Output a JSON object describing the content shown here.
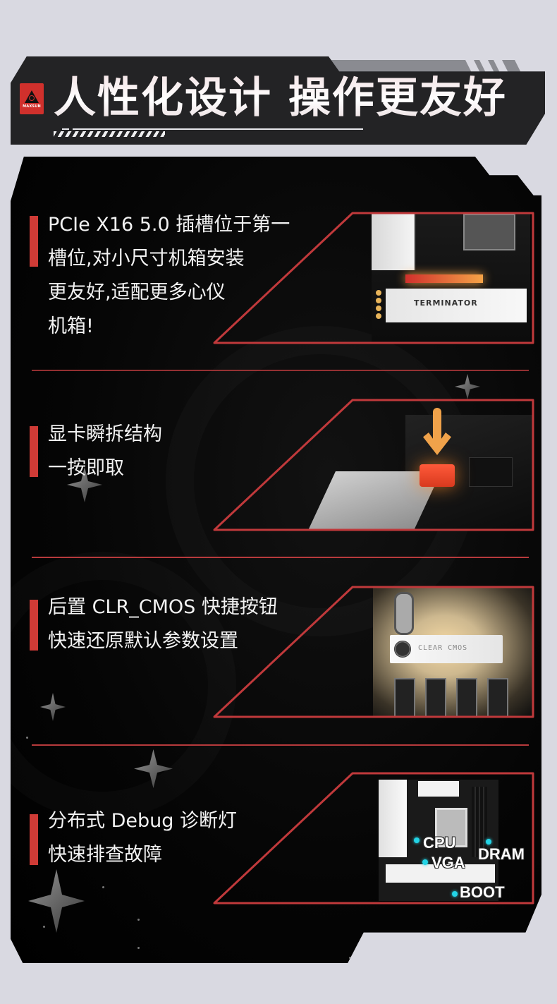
{
  "header": {
    "brand_logo_text": "MAXSUN",
    "title": "人性化设计 操作更友好"
  },
  "colors": {
    "accent_red": "#cf3b36",
    "frame_red": "#c0393b",
    "background": "#d9d9e1",
    "panel": "#000000",
    "banner": "#232325",
    "debug_led": "#23d4e6"
  },
  "features": [
    {
      "id": "pcie",
      "lines": "PCIe X16 5.0 插槽位于第一\n槽位,对小尺寸机箱安装\n更友好,适配更多心仪\n机箱!",
      "image": {
        "alt": "motherboard-pcie-slot",
        "label": "TERMINATOR"
      }
    },
    {
      "id": "quick-release",
      "lines": "显卡瞬拆结构\n一按即取",
      "image": {
        "alt": "gpu-quick-release-button"
      }
    },
    {
      "id": "clr-cmos",
      "lines": "后置 CLR_CMOS 快捷按钮\n快速还原默认参数设置",
      "image": {
        "alt": "clear-cmos-button",
        "label": "CLEAR CMOS"
      }
    },
    {
      "id": "debug",
      "lines": "分布式 Debug 诊断灯\n快速排查故障",
      "image": {
        "alt": "debug-led-motherboard",
        "labels": {
          "cpu": "CPU",
          "vga": "VGA",
          "dram": "DRAM",
          "boot": "BOOT"
        }
      }
    }
  ]
}
